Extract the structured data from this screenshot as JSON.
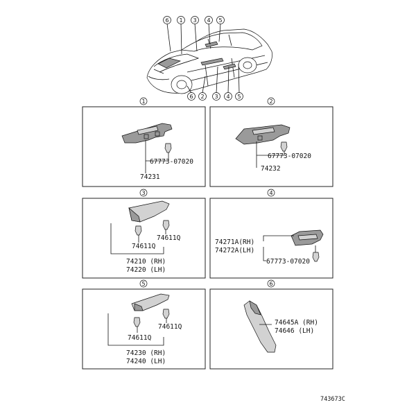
{
  "overview": {
    "callouts_top": [
      "6",
      "1",
      "3",
      "4",
      "5"
    ],
    "callouts_bottom": [
      "6",
      "2",
      "3",
      "4",
      "5"
    ]
  },
  "panels": [
    {
      "index": "1",
      "parts": [
        "67773-07020",
        "74231"
      ]
    },
    {
      "index": "2",
      "parts": [
        "67773-07020",
        "74232"
      ]
    },
    {
      "index": "3",
      "parts": [
        "74611Q",
        "74611Q",
        "74210 (RH)",
        "74220 (LH)"
      ]
    },
    {
      "index": "4",
      "parts": [
        "74271A(RH)",
        "74272A(LH)",
        "67773-07020"
      ]
    },
    {
      "index": "5",
      "parts": [
        "74611Q",
        "74611Q",
        "74230 (RH)",
        "74240 (LH)"
      ]
    },
    {
      "index": "6",
      "parts": [
        "74645A (RH)",
        "74646  (LH)"
      ]
    }
  ],
  "figure_ref": "743673C"
}
